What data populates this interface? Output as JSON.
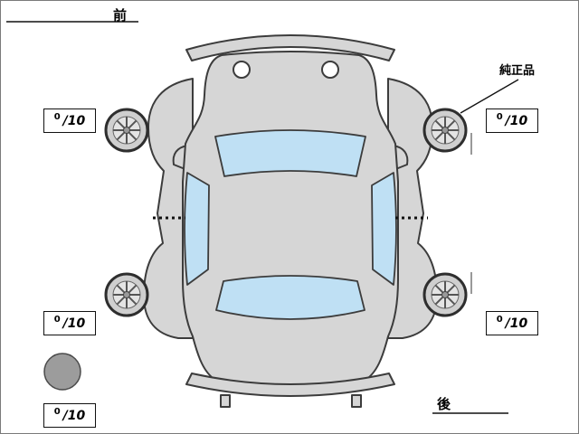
{
  "labels": {
    "front": "前",
    "rear": "後",
    "genuine_part": "純正品"
  },
  "tread_scores": {
    "front_left": {
      "value": "0",
      "max": "/10"
    },
    "front_right": {
      "value": "0",
      "max": "/10"
    },
    "rear_left": {
      "value": "0",
      "max": "/10"
    },
    "rear_right": {
      "value": "0",
      "max": "/10"
    },
    "spare": {
      "value": "0",
      "max": "/10"
    }
  },
  "icons": {
    "wheels": "alloy-wheel-icon",
    "spare": "spare-tire-circle-icon",
    "vehicle": "car-top-view-icon"
  },
  "colors": {
    "car_body": "#d6d6d6",
    "windows": "#bfe0f4",
    "outline": "#3c3c3c",
    "spare_tire": "#9c9c9c",
    "background": "#ffffff"
  }
}
